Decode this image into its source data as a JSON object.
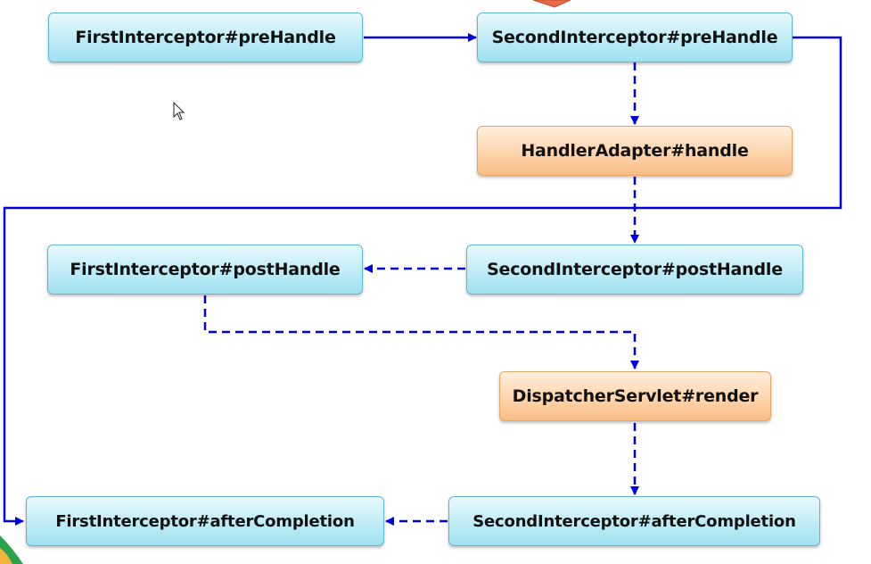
{
  "diagram": {
    "nodes": {
      "first_pre": "FirstInterceptor#preHandle",
      "second_pre": "SecondInterceptor#preHandle",
      "handler_adapter": "HandlerAdapter#handle",
      "first_post": "FirstInterceptor#postHandle",
      "second_post": "SecondInterceptor#postHandle",
      "dispatcher_render": "DispatcherServlet#render",
      "first_after": "FirstInterceptor#afterCompletion",
      "second_after": "SecondInterceptor#afterCompletion"
    },
    "colors": {
      "arrow": "#0000dd",
      "node_blue": "#c6eef8",
      "node_orange": "#fdd7b0"
    }
  }
}
